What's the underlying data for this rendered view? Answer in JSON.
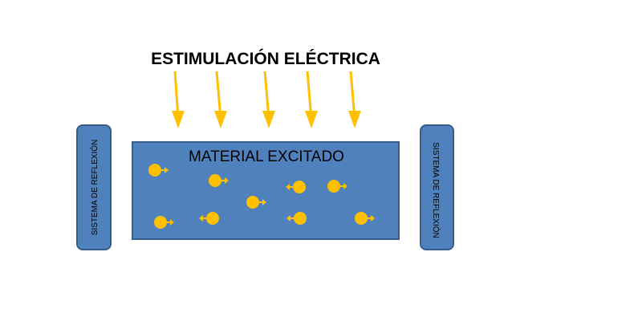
{
  "title": "ESTIMULACIÓN ELÉCTRICA",
  "material_label": "MATERIAL EXCITADO",
  "left_mirror_label": "SISTEMA DE REFLEXIÓN",
  "right_mirror_label": "SISTEMA DE REFLEXIÓN",
  "colors": {
    "material_fill": "#4f81bd",
    "border": "#385d8a",
    "mirror_fill": "#4f81bd",
    "particle": "#ffc000",
    "arrow": "#ffc000",
    "text": "#000000"
  },
  "stimulation_arrow_count": 5,
  "particles": [
    {
      "direction": "right"
    },
    {
      "direction": "right"
    },
    {
      "direction": "right"
    },
    {
      "direction": "left"
    },
    {
      "direction": "right"
    },
    {
      "direction": "right"
    },
    {
      "direction": "left"
    },
    {
      "direction": "left"
    },
    {
      "direction": "right"
    }
  ]
}
